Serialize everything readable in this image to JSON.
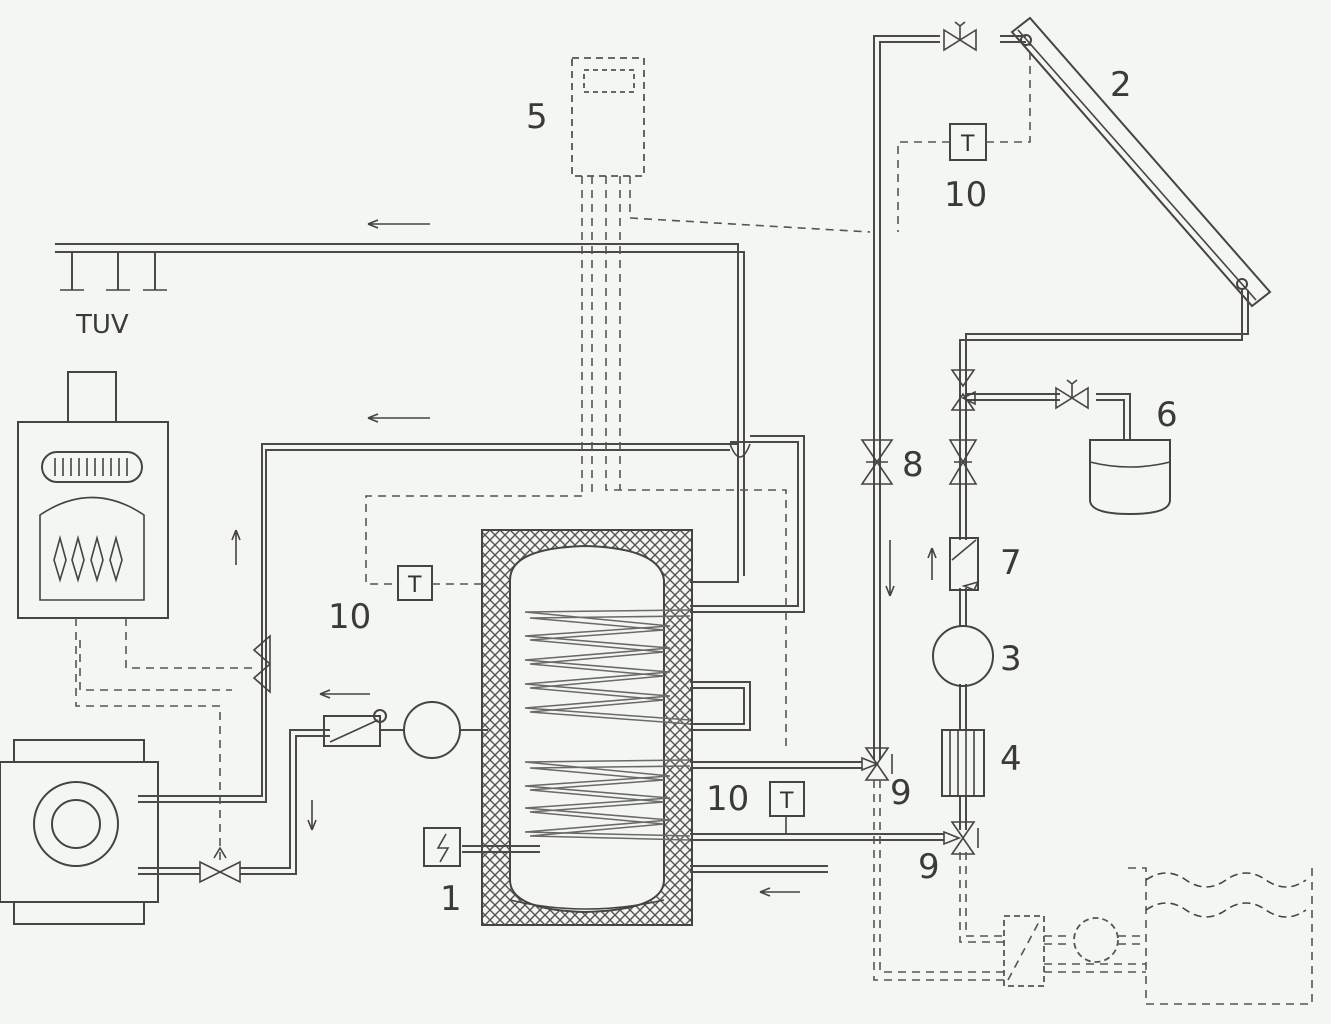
{
  "diagram": {
    "labels": {
      "tank": "1",
      "collector": "2",
      "solar_pump": "3",
      "heat_meter": "4",
      "controller": "5",
      "expansion_vessel": "6",
      "flowmeter": "7",
      "shutoff_valve": "8",
      "mixing_valve_upper": "9",
      "mixing_valve_lower": "9",
      "sensor_collector": "10",
      "sensor_tank_top": "10",
      "sensor_tank_bottom": "10",
      "consumers": "TUV",
      "sensor_symbol": "T"
    },
    "colors": {
      "line": "#4a4a4a",
      "background": "#f4f6f2"
    }
  }
}
